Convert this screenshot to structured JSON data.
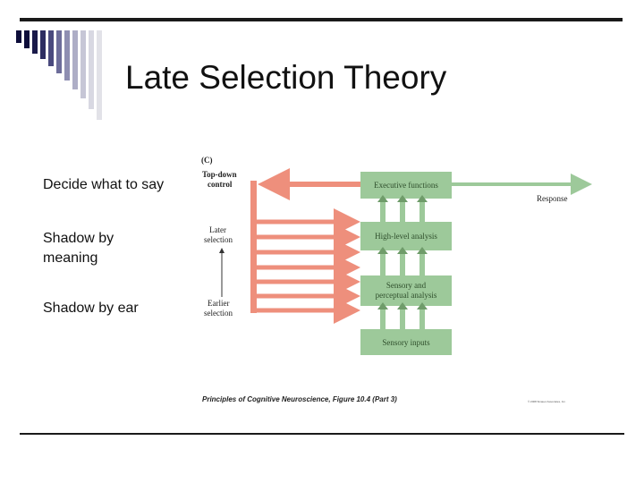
{
  "slide": {
    "title": "Late Selection Theory",
    "bullets": [
      "Decide what to say",
      "Shadow by meaning",
      "Shadow by ear"
    ]
  },
  "diagram": {
    "panel_label": "(C)",
    "top_down_label": [
      "Top-down",
      "control"
    ],
    "later_label": [
      "Later",
      "selection"
    ],
    "earlier_label": [
      "Earlier",
      "selection"
    ],
    "response_label": "Response",
    "boxes": {
      "executive": "Executive functions",
      "high_level": "High-level analysis",
      "sensory_perceptual": [
        "Sensory and",
        "perceptual analysis"
      ],
      "sensory_inputs": "Sensory inputs"
    },
    "colors": {
      "green": "#9dc99a",
      "salmon": "#ee8f7c",
      "dark_green": "#6f9c6a"
    }
  },
  "caption": "Principles of Cognitive Neuroscience, Figure 10.4 (Part 3)",
  "copyright": "© 2008 Sinauer Associates, Inc."
}
